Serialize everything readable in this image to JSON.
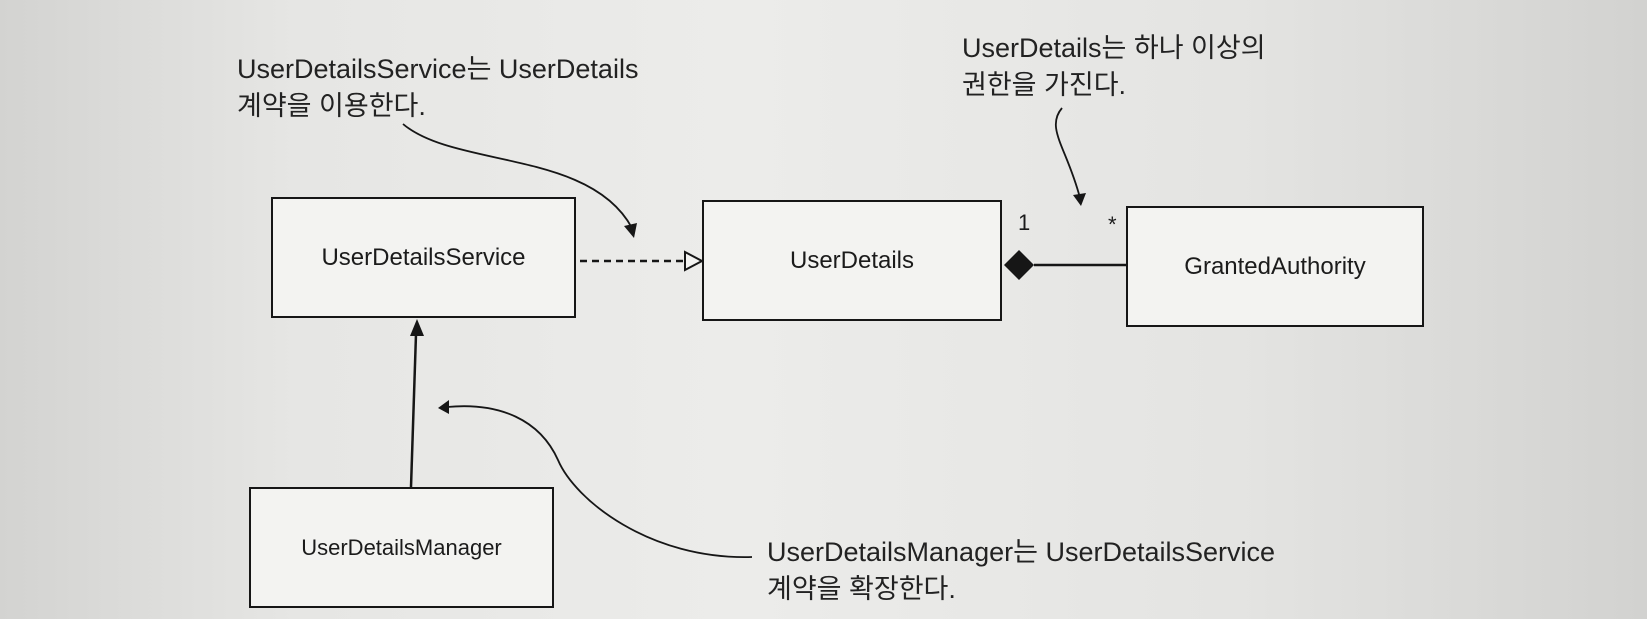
{
  "boxes": {
    "user_details_service": "UserDetailsService",
    "user_details": "UserDetails",
    "granted_authority": "GrantedAuthority",
    "user_details_manager": "UserDetailsManager"
  },
  "notes": {
    "uds_uses_ud": [
      "UserDetailsService는 UserDetails",
      "계약을 이용한다."
    ],
    "ud_has_authorities": [
      "UserDetails는 하나 이상의",
      "권한을 가진다."
    ],
    "udm_extends_uds": [
      "UserDetailsManager는 UserDetailsService",
      "계약을 확장한다."
    ]
  },
  "multiplicity": {
    "user_details_end": "1",
    "granted_authority_end": "*"
  },
  "relationships": [
    {
      "from": "UserDetailsService",
      "to": "UserDetails",
      "kind": "dependency"
    },
    {
      "from": "UserDetails",
      "to": "GrantedAuthority",
      "kind": "composition"
    },
    {
      "from": "UserDetailsManager",
      "to": "UserDetailsService",
      "kind": "generalization"
    }
  ]
}
